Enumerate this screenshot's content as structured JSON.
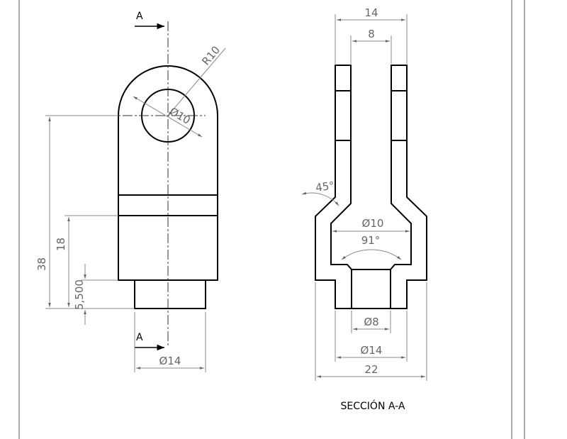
{
  "section_label": "A",
  "section_title": "SECCIÓN A-A",
  "front_view": {
    "radius": "R10",
    "hole_diameter": "Ø10",
    "height_total": "38",
    "height_mid": "18",
    "height_stub": "5,500",
    "stub_diameter": "Ø14"
  },
  "section_view": {
    "top_width": "14",
    "slot_width": "8",
    "chamfer_angle": "45°",
    "cavity_diameter": "Ø10",
    "cone_angle": "91°",
    "bore_diameter": "Ø8",
    "neck_diameter": "Ø14",
    "body_width": "22"
  }
}
